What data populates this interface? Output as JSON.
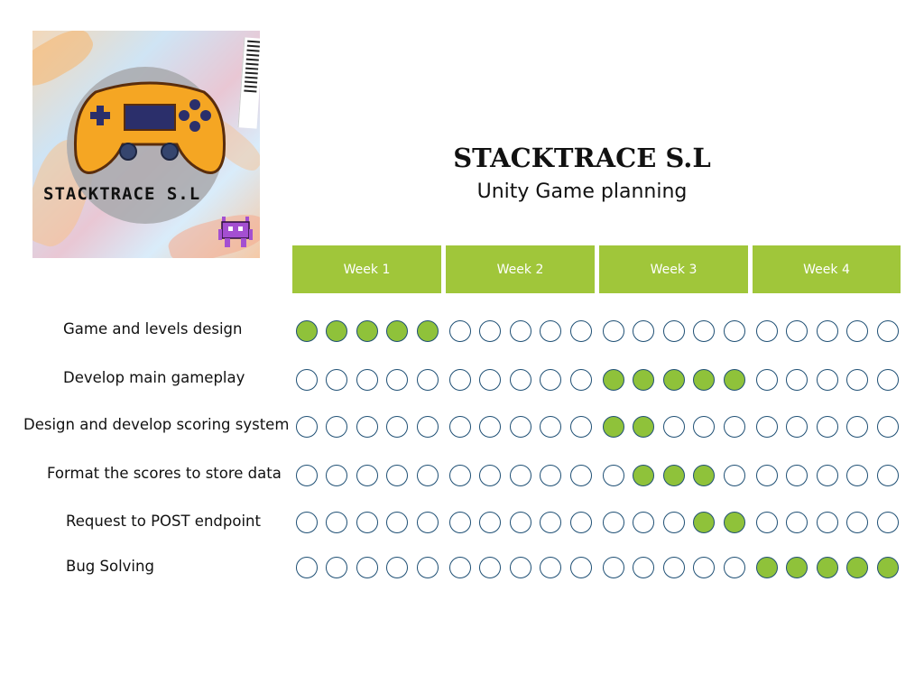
{
  "logo": {
    "wordmark": "STACKTRACE S.L",
    "icon": "gamepad-icon",
    "mascot": "pixel-alien-icon",
    "colors": {
      "circle": "#a8a9ad",
      "controller": "#f5a623",
      "mascot": "#a44fd1"
    }
  },
  "header": {
    "title": "STACKTRACE S.L",
    "subtitle": "Unity Game planning"
  },
  "schedule": {
    "weeks": [
      "Week 1",
      "Week 2",
      "Week 3",
      "Week 4"
    ],
    "days_per_week": 5,
    "colors": {
      "week_header": "#a0c63a",
      "filled": "#8fc23a",
      "outline": "#1e4f74"
    },
    "tasks": [
      {
        "label": "Game and levels design",
        "active_days": [
          0,
          1,
          2,
          3,
          4
        ]
      },
      {
        "label": "Develop main gameplay",
        "active_days": [
          10,
          11,
          12,
          13,
          14
        ]
      },
      {
        "label": "Design and develop scoring system",
        "active_days": [
          10,
          11
        ]
      },
      {
        "label": "Format the scores to store data",
        "active_days": [
          11,
          12,
          13
        ]
      },
      {
        "label": "Request to POST endpoint",
        "active_days": [
          13,
          14
        ]
      },
      {
        "label": "Bug Solving",
        "active_days": [
          15,
          16,
          17,
          18,
          19
        ]
      }
    ]
  }
}
